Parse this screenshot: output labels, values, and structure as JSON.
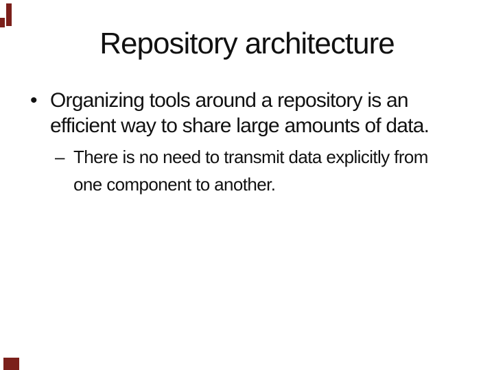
{
  "slide": {
    "title": "Repository architecture",
    "bullet": {
      "marker": "•",
      "lines": [
        "Organizing tools around a repository is an",
        "efficient way to share large amounts of data."
      ]
    },
    "sub_bullet": {
      "marker": "–",
      "lines": [
        "There is no need to transmit data explicitly from",
        "one component to another."
      ]
    },
    "decoration": {
      "accent_color": "#7b201b"
    }
  }
}
